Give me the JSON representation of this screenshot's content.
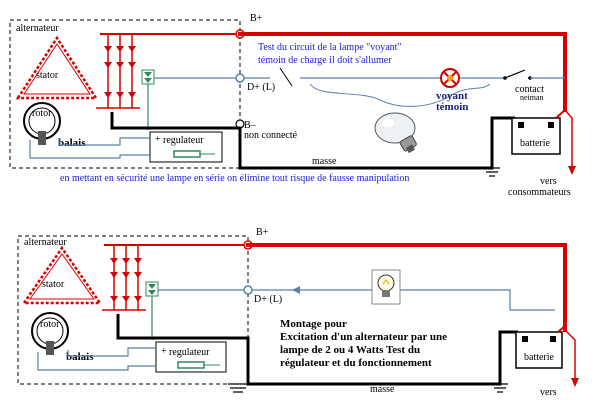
{
  "top": {
    "alternator_label": "alternateur",
    "stator_label": "stator",
    "rotor_label": "rotor",
    "balais_label": "balais",
    "regulator_label": "regulateur",
    "b_plus": "B+",
    "b_minus": "B–",
    "d_plus": "D+ (L)",
    "not_connected": "non connecté",
    "test_line1": "Test du circuit de la lampe \"voyant\"",
    "test_line2": "témoin de charge il doit s'allumer",
    "voyant_line1": "voyant",
    "voyant_line2": "témoin",
    "contact_label": "contact",
    "neiman_label": "neiman",
    "masse_label": "masse",
    "battery_label": "batterie",
    "vers_label": "vers",
    "consumers_label": "consommateurs",
    "caption": "en mettant en sécurité une lampe en série on élimine tout risque de fausse manipulation"
  },
  "bottom": {
    "alternator_label": "alternateur",
    "stator_label": "stator",
    "rotor_label": "rotor",
    "balais_label": "balais",
    "regulator_label": "regulateur",
    "b_plus": "B+",
    "d_plus": "D+ (L)",
    "montage_line1": "Montage pour",
    "montage_line2": "Excitation d'un alternateur par une",
    "montage_line3": "lampe de 2 ou 4 Watts Test du",
    "montage_line4": "régulateur et du fonctionnement",
    "masse_label": "masse",
    "battery_label": "batterie",
    "vers_label": "vers"
  },
  "colors": {
    "positive_wire": "#d60000",
    "ground_wire": "#000000",
    "signal_wire": "#5a7fa8",
    "text_blue": "#1a1adc",
    "text_navy": "#1a237e"
  }
}
